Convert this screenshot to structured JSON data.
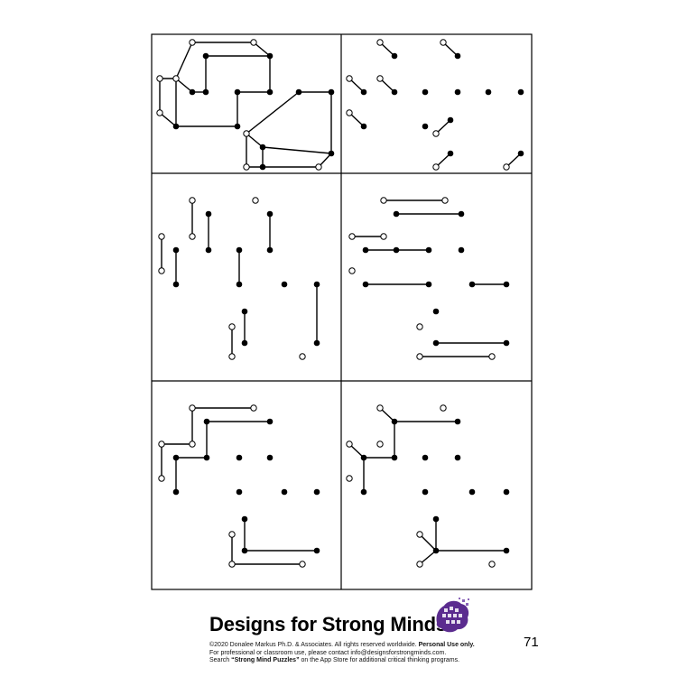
{
  "puzzle": {
    "panels": [
      {
        "id": "top-left",
        "segments": [
          [
            213,
            47,
            281,
            47
          ],
          [
            213,
            47,
            195,
            87
          ],
          [
            281,
            47,
            299,
            62
          ],
          [
            228,
            62,
            299,
            62
          ],
          [
            228,
            62,
            228,
            102
          ],
          [
            299,
            62,
            299,
            102
          ],
          [
            177,
            87,
            195,
            87
          ],
          [
            195,
            87,
            213,
            102
          ],
          [
            213,
            102,
            228,
            102
          ],
          [
            177,
            87,
            177,
            125
          ],
          [
            195,
            87,
            195,
            140
          ],
          [
            177,
            125,
            195,
            140
          ],
          [
            195,
            140,
            263,
            140
          ],
          [
            263,
            102,
            299,
            102
          ],
          [
            263,
            102,
            263,
            140
          ],
          [
            331,
            102,
            367,
            102
          ],
          [
            331,
            102,
            273,
            148
          ],
          [
            367,
            102,
            367,
            170
          ],
          [
            273,
            148,
            291,
            163
          ],
          [
            273,
            148,
            273,
            185
          ],
          [
            291,
            163,
            367,
            170
          ],
          [
            291,
            163,
            291,
            185
          ],
          [
            273,
            185,
            353,
            185
          ],
          [
            353,
            185,
            367,
            170
          ]
        ],
        "open": [
          [
            213,
            47
          ],
          [
            281,
            47
          ],
          [
            177,
            87
          ],
          [
            195,
            87
          ],
          [
            177,
            125
          ],
          [
            273,
            148
          ],
          [
            273,
            185
          ],
          [
            353,
            185
          ]
        ],
        "filled": [
          [
            228,
            62
          ],
          [
            299,
            62
          ],
          [
            213,
            102
          ],
          [
            228,
            102
          ],
          [
            263,
            102
          ],
          [
            299,
            102
          ],
          [
            195,
            140
          ],
          [
            263,
            140
          ],
          [
            331,
            102
          ],
          [
            367,
            102
          ],
          [
            291,
            163
          ],
          [
            367,
            170
          ],
          [
            291,
            185
          ]
        ]
      },
      {
        "id": "top-right",
        "segments": [
          [
            421,
            47,
            437,
            62
          ],
          [
            491,
            47,
            507,
            62
          ],
          [
            387,
            87,
            403,
            102
          ],
          [
            421,
            87,
            437,
            102
          ],
          [
            387,
            125,
            403,
            140
          ],
          [
            483,
            148,
            499,
            133
          ],
          [
            483,
            185,
            499,
            170
          ],
          [
            561,
            185,
            577,
            170
          ]
        ],
        "open": [
          [
            421,
            47
          ],
          [
            491,
            47
          ],
          [
            387,
            87
          ],
          [
            421,
            87
          ],
          [
            387,
            125
          ],
          [
            483,
            148
          ],
          [
            483,
            185
          ],
          [
            561,
            185
          ]
        ],
        "filled": [
          [
            437,
            62
          ],
          [
            507,
            62
          ],
          [
            403,
            102
          ],
          [
            437,
            102
          ],
          [
            471,
            102
          ],
          [
            507,
            102
          ],
          [
            541,
            102
          ],
          [
            577,
            102
          ],
          [
            403,
            140
          ],
          [
            471,
            140
          ],
          [
            499,
            133
          ],
          [
            499,
            170
          ],
          [
            577,
            170
          ]
        ]
      },
      {
        "id": "middle-left",
        "segments": [
          [
            213,
            222,
            213,
            262
          ],
          [
            231,
            237,
            231,
            277
          ],
          [
            299,
            237,
            299,
            277
          ],
          [
            179,
            262,
            179,
            300
          ],
          [
            195,
            277,
            195,
            315
          ],
          [
            265,
            277,
            265,
            315
          ],
          [
            351,
            315,
            351,
            380
          ],
          [
            271,
            345,
            271,
            380
          ],
          [
            257,
            362,
            257,
            395
          ]
        ],
        "open": [
          [
            213,
            222
          ],
          [
            283,
            222
          ],
          [
            213,
            262
          ],
          [
            179,
            262
          ],
          [
            179,
            300
          ],
          [
            257,
            362
          ],
          [
            257,
            395
          ],
          [
            335,
            395
          ]
        ],
        "filled": [
          [
            231,
            237
          ],
          [
            299,
            237
          ],
          [
            231,
            277
          ],
          [
            195,
            277
          ],
          [
            265,
            277
          ],
          [
            299,
            277
          ],
          [
            195,
            315
          ],
          [
            265,
            315
          ],
          [
            315,
            315
          ],
          [
            351,
            315
          ],
          [
            271,
            345
          ],
          [
            271,
            380
          ],
          [
            351,
            380
          ]
        ]
      },
      {
        "id": "middle-right",
        "segments": [
          [
            425,
            222,
            493,
            222
          ],
          [
            439,
            237,
            511,
            237
          ],
          [
            390,
            262,
            425,
            262
          ],
          [
            405,
            277,
            475,
            277
          ],
          [
            405,
            315,
            475,
            315
          ],
          [
            523,
            315,
            561,
            315
          ],
          [
            483,
            380,
            561,
            380
          ],
          [
            465,
            395,
            545,
            395
          ]
        ],
        "open": [
          [
            425,
            222
          ],
          [
            493,
            222
          ],
          [
            390,
            262
          ],
          [
            425,
            262
          ],
          [
            390,
            300
          ],
          [
            465,
            362
          ],
          [
            465,
            395
          ],
          [
            545,
            395
          ]
        ],
        "filled": [
          [
            439,
            237
          ],
          [
            511,
            237
          ],
          [
            405,
            277
          ],
          [
            439,
            277
          ],
          [
            475,
            277
          ],
          [
            511,
            277
          ],
          [
            405,
            315
          ],
          [
            475,
            315
          ],
          [
            523,
            315
          ],
          [
            561,
            315
          ],
          [
            483,
            345
          ],
          [
            483,
            380
          ],
          [
            561,
            380
          ]
        ]
      },
      {
        "id": "bottom-left",
        "segments": [
          [
            213,
            452,
            281,
            452
          ],
          [
            213,
            452,
            213,
            492
          ],
          [
            229,
            467,
            299,
            467
          ],
          [
            229,
            467,
            229,
            507
          ],
          [
            179,
            492,
            213,
            492
          ],
          [
            179,
            492,
            179,
            530
          ],
          [
            195,
            507,
            229,
            507
          ],
          [
            195,
            507,
            195,
            545
          ],
          [
            271,
            575,
            271,
            610
          ],
          [
            271,
            610,
            351,
            610
          ],
          [
            257,
            592,
            257,
            625
          ],
          [
            257,
            625,
            335,
            625
          ]
        ],
        "open": [
          [
            213,
            452
          ],
          [
            281,
            452
          ],
          [
            179,
            492
          ],
          [
            213,
            492
          ],
          [
            179,
            530
          ],
          [
            257,
            592
          ],
          [
            257,
            625
          ],
          [
            335,
            625
          ]
        ],
        "filled": [
          [
            229,
            467
          ],
          [
            299,
            467
          ],
          [
            195,
            507
          ],
          [
            229,
            507
          ],
          [
            265,
            507
          ],
          [
            299,
            507
          ],
          [
            195,
            545
          ],
          [
            265,
            545
          ],
          [
            315,
            545
          ],
          [
            351,
            545
          ],
          [
            271,
            575
          ],
          [
            271,
            610
          ],
          [
            351,
            610
          ]
        ]
      },
      {
        "id": "bottom-right",
        "segments": [
          [
            421,
            452,
            437,
            467
          ],
          [
            437,
            467,
            507,
            467
          ],
          [
            437,
            467,
            437,
            507
          ],
          [
            387,
            492,
            403,
            507
          ],
          [
            403,
            507,
            437,
            507
          ],
          [
            403,
            507,
            403,
            545
          ],
          [
            465,
            592,
            483,
            610
          ],
          [
            483,
            575,
            483,
            610
          ],
          [
            483,
            610,
            561,
            610
          ],
          [
            465,
            625,
            483,
            610
          ]
        ],
        "open": [
          [
            421,
            452
          ],
          [
            491,
            452
          ],
          [
            387,
            492
          ],
          [
            421,
            492
          ],
          [
            387,
            530
          ],
          [
            465,
            592
          ],
          [
            465,
            625
          ],
          [
            545,
            625
          ]
        ],
        "filled": [
          [
            437,
            467
          ],
          [
            507,
            467
          ],
          [
            403,
            507
          ],
          [
            437,
            507
          ],
          [
            471,
            507
          ],
          [
            507,
            507
          ],
          [
            403,
            545
          ],
          [
            471,
            545
          ],
          [
            523,
            545
          ],
          [
            561,
            545
          ],
          [
            483,
            575
          ],
          [
            483,
            610
          ],
          [
            561,
            610
          ]
        ]
      }
    ]
  },
  "brand": {
    "name": "Designs for Strong Minds",
    "logo": "brain-cube-logo",
    "logo_color": "#5b2c8f"
  },
  "footer": {
    "copyright_pre": "©2020 Donalee Markus Ph.D. & Associates. All rights reserved worldwide. ",
    "copyright_bold": "Personal Use only.",
    "contact": "For professional or classroom use, please contact info@designsforstrongminds.com.",
    "search_pre": "Search ",
    "search_bold": "“Strong Mind Puzzles”",
    "search_post": " on the App Store for additional critical thinking programs."
  },
  "page_number": "71"
}
